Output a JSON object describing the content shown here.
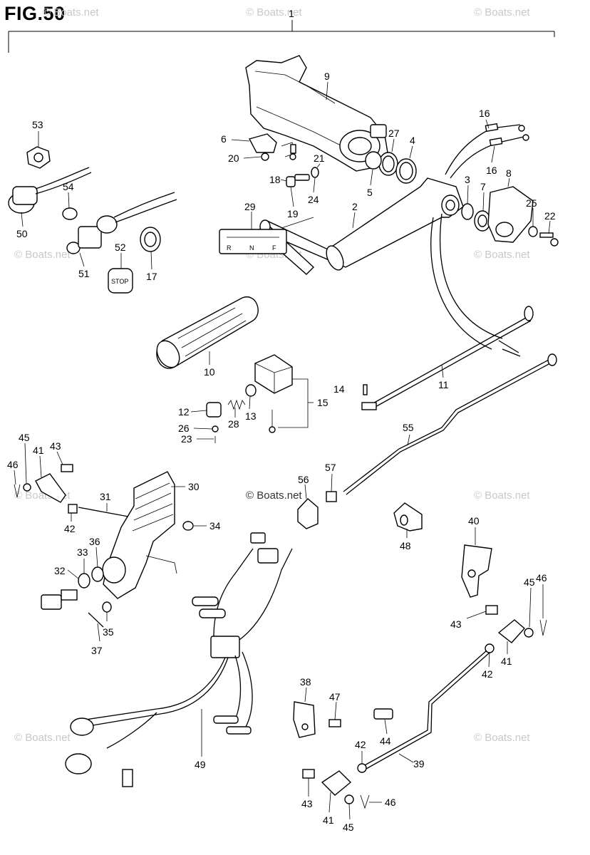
{
  "figure": {
    "title": "FIG.50",
    "group_label": "1"
  },
  "watermarks": [
    "© Boats.net",
    "© Boats.net",
    "© Boats.net",
    "© Boats.net",
    "© Boats.net",
    "© Boats.net",
    "© Boats.net",
    "© Boats.net",
    "© Boats.net",
    "© Boats.net"
  ],
  "center_watermark": "© Boats.net",
  "shift_plate": {
    "reverse": "R",
    "neutral": "N",
    "forward": "F"
  },
  "stop_cap_text": "STOP",
  "callouts": [
    "1",
    "9",
    "6",
    "20",
    "27",
    "4",
    "21",
    "18",
    "24",
    "5",
    "19",
    "16",
    "16",
    "8",
    "3",
    "7",
    "25",
    "22",
    "2",
    "29",
    "53",
    "54",
    "50",
    "51",
    "52",
    "17",
    "11",
    "10",
    "14",
    "15",
    "12",
    "13",
    "28",
    "26",
    "23",
    "55",
    "45",
    "41",
    "43",
    "46",
    "30",
    "56",
    "57",
    "31",
    "42",
    "34",
    "33",
    "36",
    "32",
    "35",
    "37",
    "48",
    "40",
    "46",
    "45",
    "43",
    "41",
    "42",
    "38",
    "47",
    "44",
    "49",
    "39",
    "42",
    "43",
    "41",
    "45",
    "46"
  ]
}
